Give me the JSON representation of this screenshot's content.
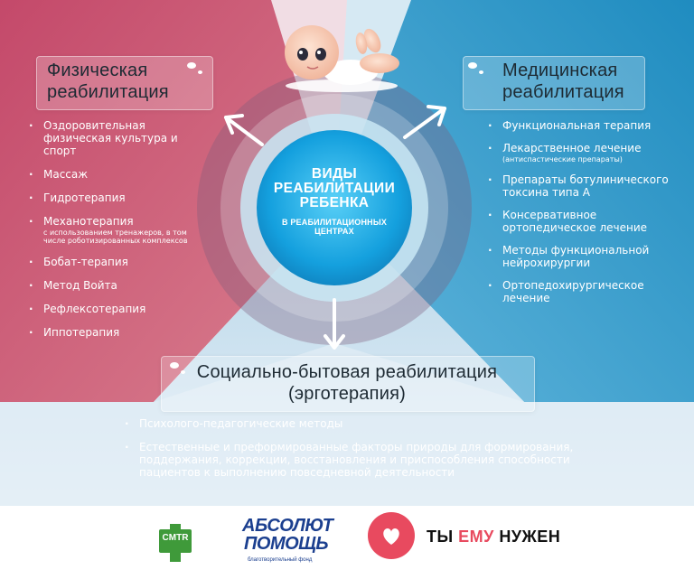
{
  "center": {
    "title_lines": [
      "ВИДЫ",
      "РЕАБИЛИТАЦИИ",
      "РЕБЕНКА"
    ],
    "subtitle_lines": [
      "В РЕАБИЛИТАЦИОННЫХ",
      "ЦЕНТРАХ"
    ]
  },
  "physical": {
    "title_lines": [
      "Физическая",
      "реабилитация"
    ],
    "items": [
      {
        "label": "Оздоровительная физическая культура и спорт"
      },
      {
        "label": "Массаж"
      },
      {
        "label": "Гидротерапия"
      },
      {
        "label": "Механотерапия",
        "note": "с использованием тренажеров, в том числе роботизированных комплексов"
      },
      {
        "label": "Бобат-терапия"
      },
      {
        "label": "Метод Войта"
      },
      {
        "label": "Рефлексотерапия"
      },
      {
        "label": "Иппотерапия"
      }
    ]
  },
  "medical": {
    "title_lines": [
      "Медицинская",
      "реабилитация"
    ],
    "items": [
      {
        "label": "Функциональная терапия"
      },
      {
        "label": "Лекарственное лечение",
        "note": "(антиспастические препараты)"
      },
      {
        "label": "Препараты ботулинического токсина типа А"
      },
      {
        "label": "Консервативное ортопедическое лечение"
      },
      {
        "label": "Методы функциональной нейрохирургии"
      },
      {
        "label": "Ортопедохирургическое лечение"
      }
    ]
  },
  "social": {
    "title_lines": [
      "Социально-бытовая реабилитация",
      "(эрготерапия)"
    ],
    "items": [
      {
        "label": "Психолого-педагогические методы"
      },
      {
        "label": "Естественные и преформированные факторы природы для формирования, поддержания, коррекции, восстановления и приспособления способности пациентов к выполнению повседневной деятельности"
      }
    ]
  },
  "logos": {
    "cmtr": "CMTR",
    "absolute_line1": "АБСОЛЮТ",
    "absolute_line2": "ПОМОЩЬ",
    "absolute_caption": "благотворительный фонд",
    "tyemu_a": "ТЫ ",
    "tyemu_b": "ЕМУ",
    "tyemu_c": " НУЖЕН"
  },
  "colors": {
    "physical": "#c7516d",
    "medical": "#2f9ccb",
    "social": "#a9cde3",
    "center": "#1aa3e0",
    "heart": "#e84a5f",
    "cmtr_green": "#3f9a3a",
    "absolute_blue": "#1b3f8f"
  }
}
